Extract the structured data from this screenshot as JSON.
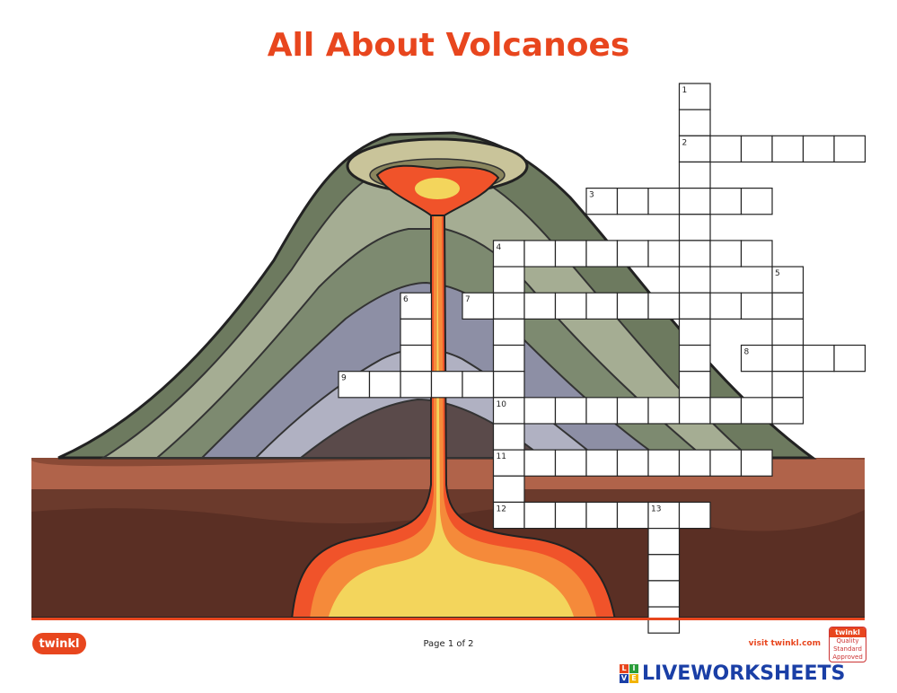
{
  "title": "All About Volcanoes",
  "footer": {
    "logo": "twinkl",
    "page_label": "Page 1 of 2",
    "visit": "visit twinkl.com",
    "badge_top": "twinkl",
    "badge_lines": [
      "Quality",
      "Standard",
      "Approved"
    ]
  },
  "watermark": {
    "letters": [
      "L",
      "I",
      "V",
      "E"
    ],
    "text": "LIVEWORKSHEETS"
  },
  "colors": {
    "title": "#e8461e",
    "watermark": "#1a3fa6"
  },
  "crossword": {
    "clue_numbers": [
      "1",
      "2",
      "3",
      "4",
      "5",
      "6",
      "7",
      "8",
      "9",
      "10",
      "11",
      "12",
      "13"
    ]
  }
}
